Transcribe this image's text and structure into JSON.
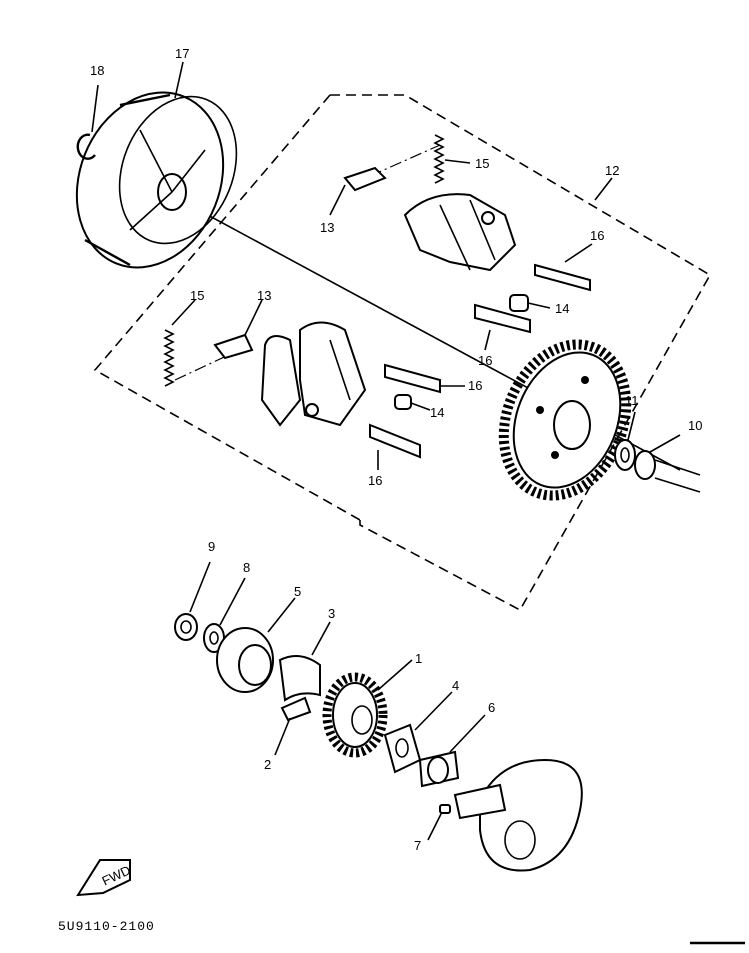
{
  "labels": {
    "p1": "1",
    "p2": "2",
    "p3": "3",
    "p4": "4",
    "p5": "5",
    "p6": "6",
    "p7": "7",
    "p8": "8",
    "p9": "9",
    "p10": "10",
    "p11": "11",
    "p12": "12",
    "p13a": "13",
    "p13b": "13",
    "p14a": "14",
    "p14b": "14",
    "p15a": "15",
    "p15b": "15",
    "p16a": "16",
    "p16b": "16",
    "p16c": "16",
    "p16d": "16",
    "p17": "17",
    "p18": "18"
  },
  "fwd_label": "FWD",
  "diagram_code": "5U9110-2100"
}
